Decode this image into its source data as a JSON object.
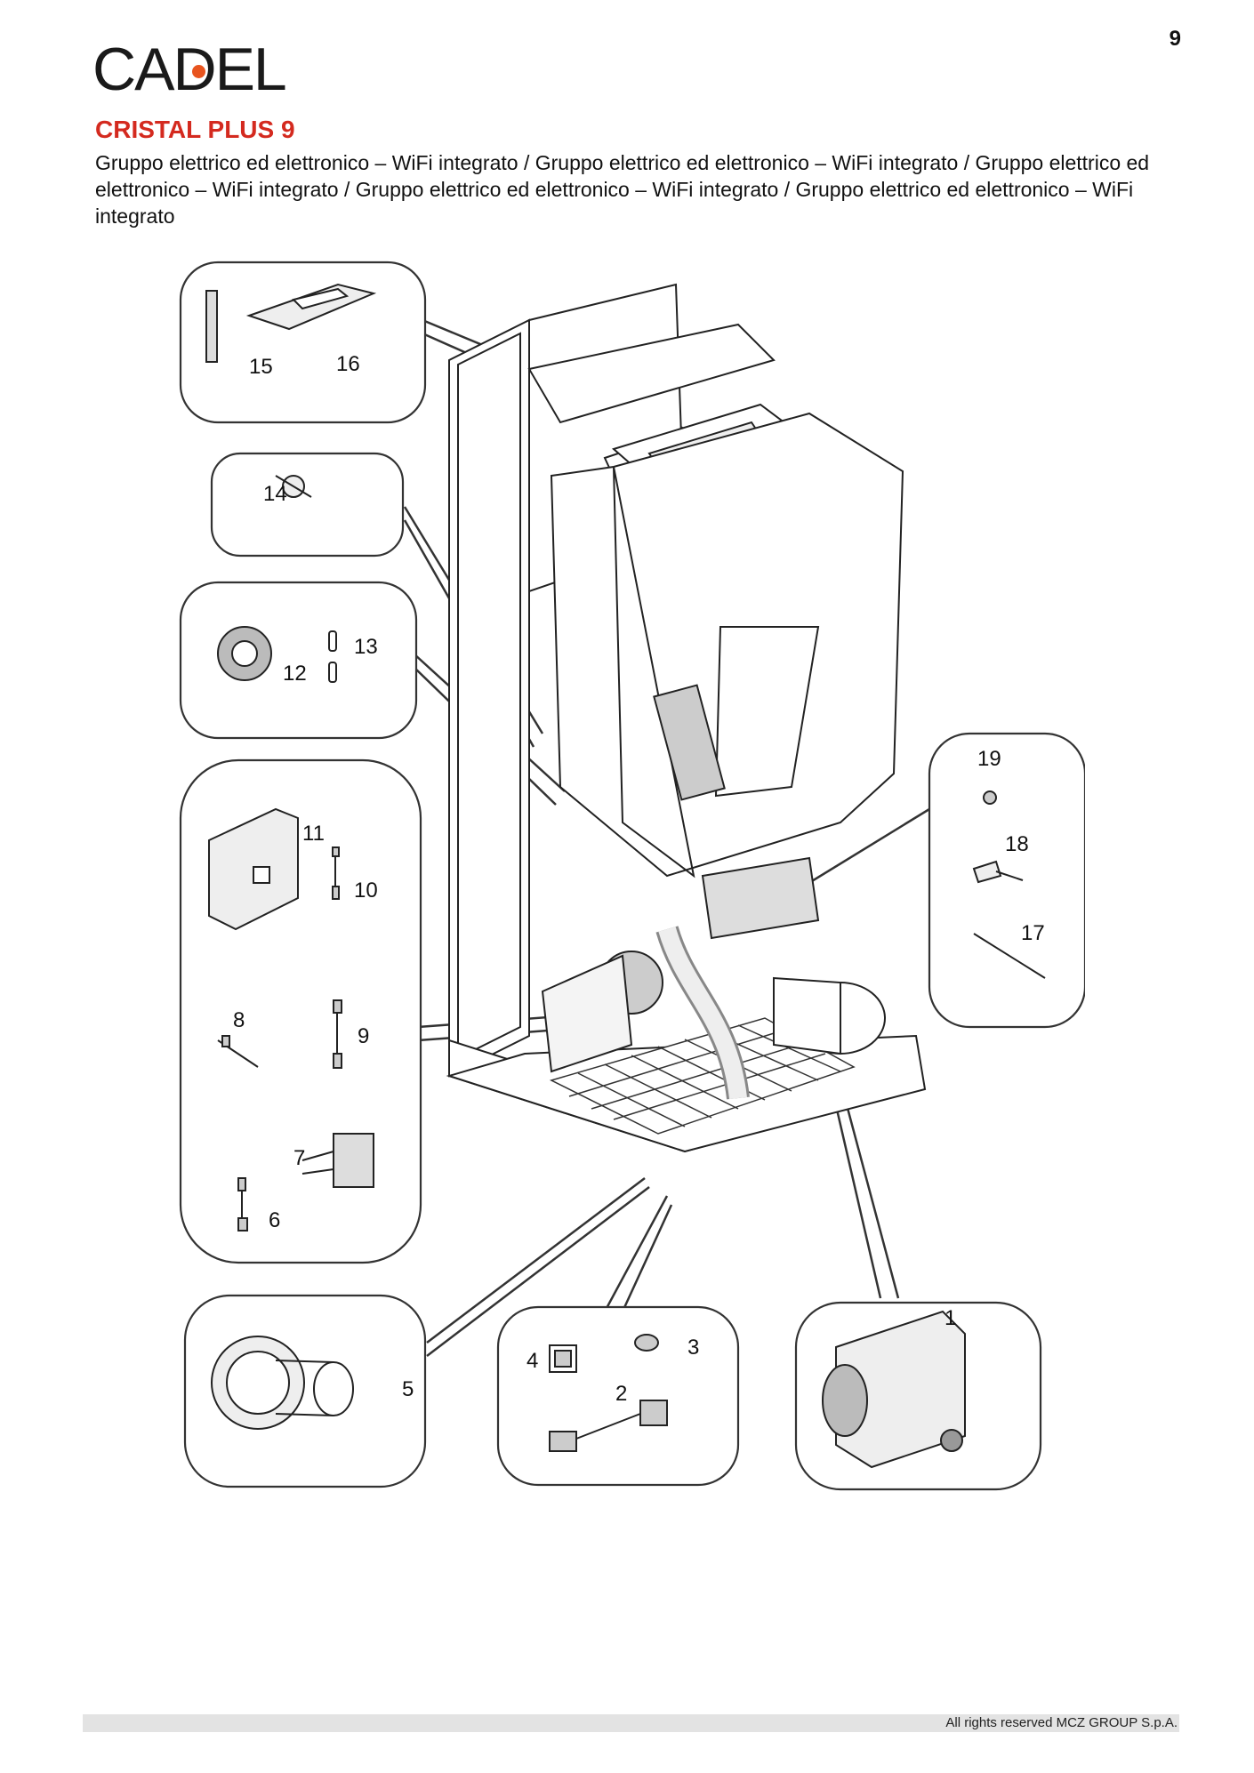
{
  "page_number": "9",
  "brand": {
    "logo_text": "CADEL",
    "dot_color": "#e8541e"
  },
  "title": "CRISTAL PLUS 9",
  "subtitle": "Gruppo elettrico ed elettronico – WiFi integrato / Gruppo elettrico ed elettronico – WiFi integrato / Gruppo elettrico ed elettronico – WiFi integrato / Gruppo elettrico ed elettronico – WiFi integrato / Gruppo elettrico ed elettronico – WiFi integrato",
  "accent_color": "#d42a1f",
  "callouts": [
    "1",
    "2",
    "3",
    "4",
    "5",
    "6",
    "7",
    "8",
    "9",
    "10",
    "11",
    "12",
    "13",
    "14",
    "15",
    "16",
    "17",
    "18",
    "19"
  ],
  "footer": "All rights reserved MCZ GROUP S.p.A."
}
